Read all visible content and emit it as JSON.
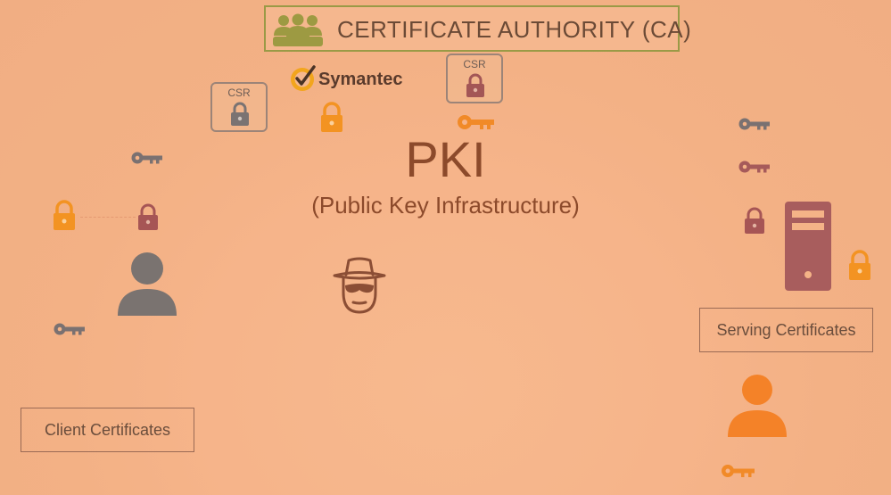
{
  "header": {
    "title": "CERTIFICATE AUTHORITY (CA)"
  },
  "center": {
    "title": "PKI",
    "subtitle": "(Public Key Infrastructure)"
  },
  "ca_brand": {
    "name": "Symantec"
  },
  "csr_left": {
    "label": "CSR"
  },
  "csr_right": {
    "label": "CSR"
  },
  "labels": {
    "client": "Client Certificates",
    "server": "Serving Certificates"
  },
  "colors": {
    "background": "#f4b387",
    "ca_border": "#9a9a46",
    "ca_icon": "#9d9a42",
    "lock_orange": "#f39322",
    "lock_red": "#a65555",
    "key_gray": "#7a7171",
    "key_red": "#a65a5a",
    "key_orange": "#f18a28",
    "user_gray": "#7a7370",
    "user_orange": "#f48228",
    "server": "#a85d5d",
    "hacker": "#8b4e35",
    "title_text": "#8c4a2b"
  }
}
